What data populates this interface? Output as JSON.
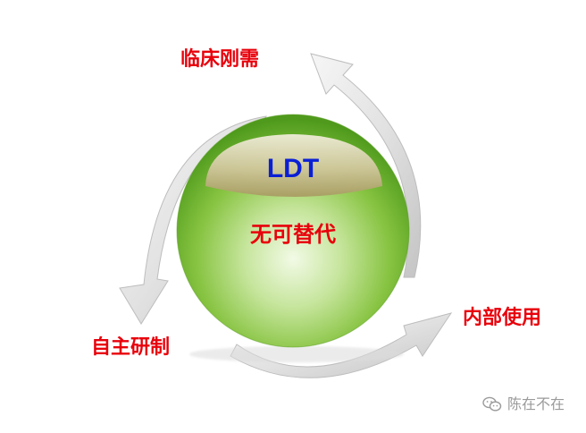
{
  "diagram": {
    "center": {
      "title": "LDT",
      "subtitle": "无可替代"
    },
    "cycle_labels": {
      "top": "临床刚需",
      "right": "内部使用",
      "left": "自主研制"
    },
    "watermark": {
      "icon": "wechat-icon",
      "text": "陈在不在"
    }
  },
  "colors": {
    "label_red": "#e8000b",
    "title_blue": "#0a1fd6",
    "sphere_green": "#7cbf2f",
    "arrow_gray": "#d4d4d4",
    "watermark_gray": "#9a9a9a"
  }
}
